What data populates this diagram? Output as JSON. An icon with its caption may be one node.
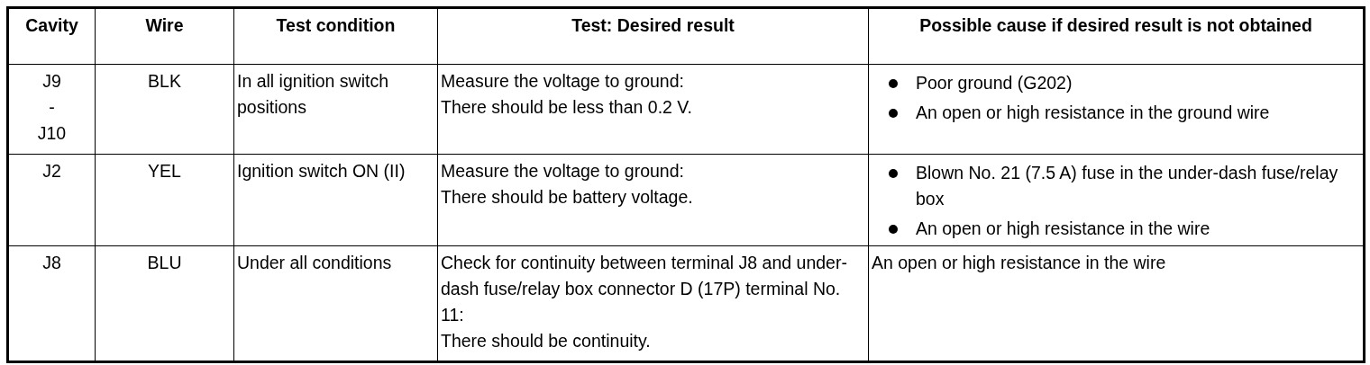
{
  "diagram": {
    "labels": [
      "Cavity",
      "Wire",
      "Test condition",
      "Test: Desired result",
      "Possible cause if desired result is not obtained",
      "J9",
      "-",
      "J10",
      "BLK",
      "In all ignition switch positions",
      "Measure the voltage to ground:",
      "There should be less than 0.2 V.",
      "Poor ground (G202)",
      "An open or high resistance in the ground wire",
      "J2",
      "YEL",
      "Ignition switch ON (II)",
      "Measure the voltage to ground:",
      "There should be battery voltage.",
      "Blown No. 21 (7.5 A) fuse in the under-dash fuse/relay box",
      "An open or high resistance in the wire",
      "J8",
      "BLU",
      "Under all conditions",
      "Check for continuity between terminal J8 and under-dash fuse/relay box connector D (17P) terminal No. 11:",
      "There should be continuity.",
      "An open or high resistance in the wire"
    ]
  }
}
